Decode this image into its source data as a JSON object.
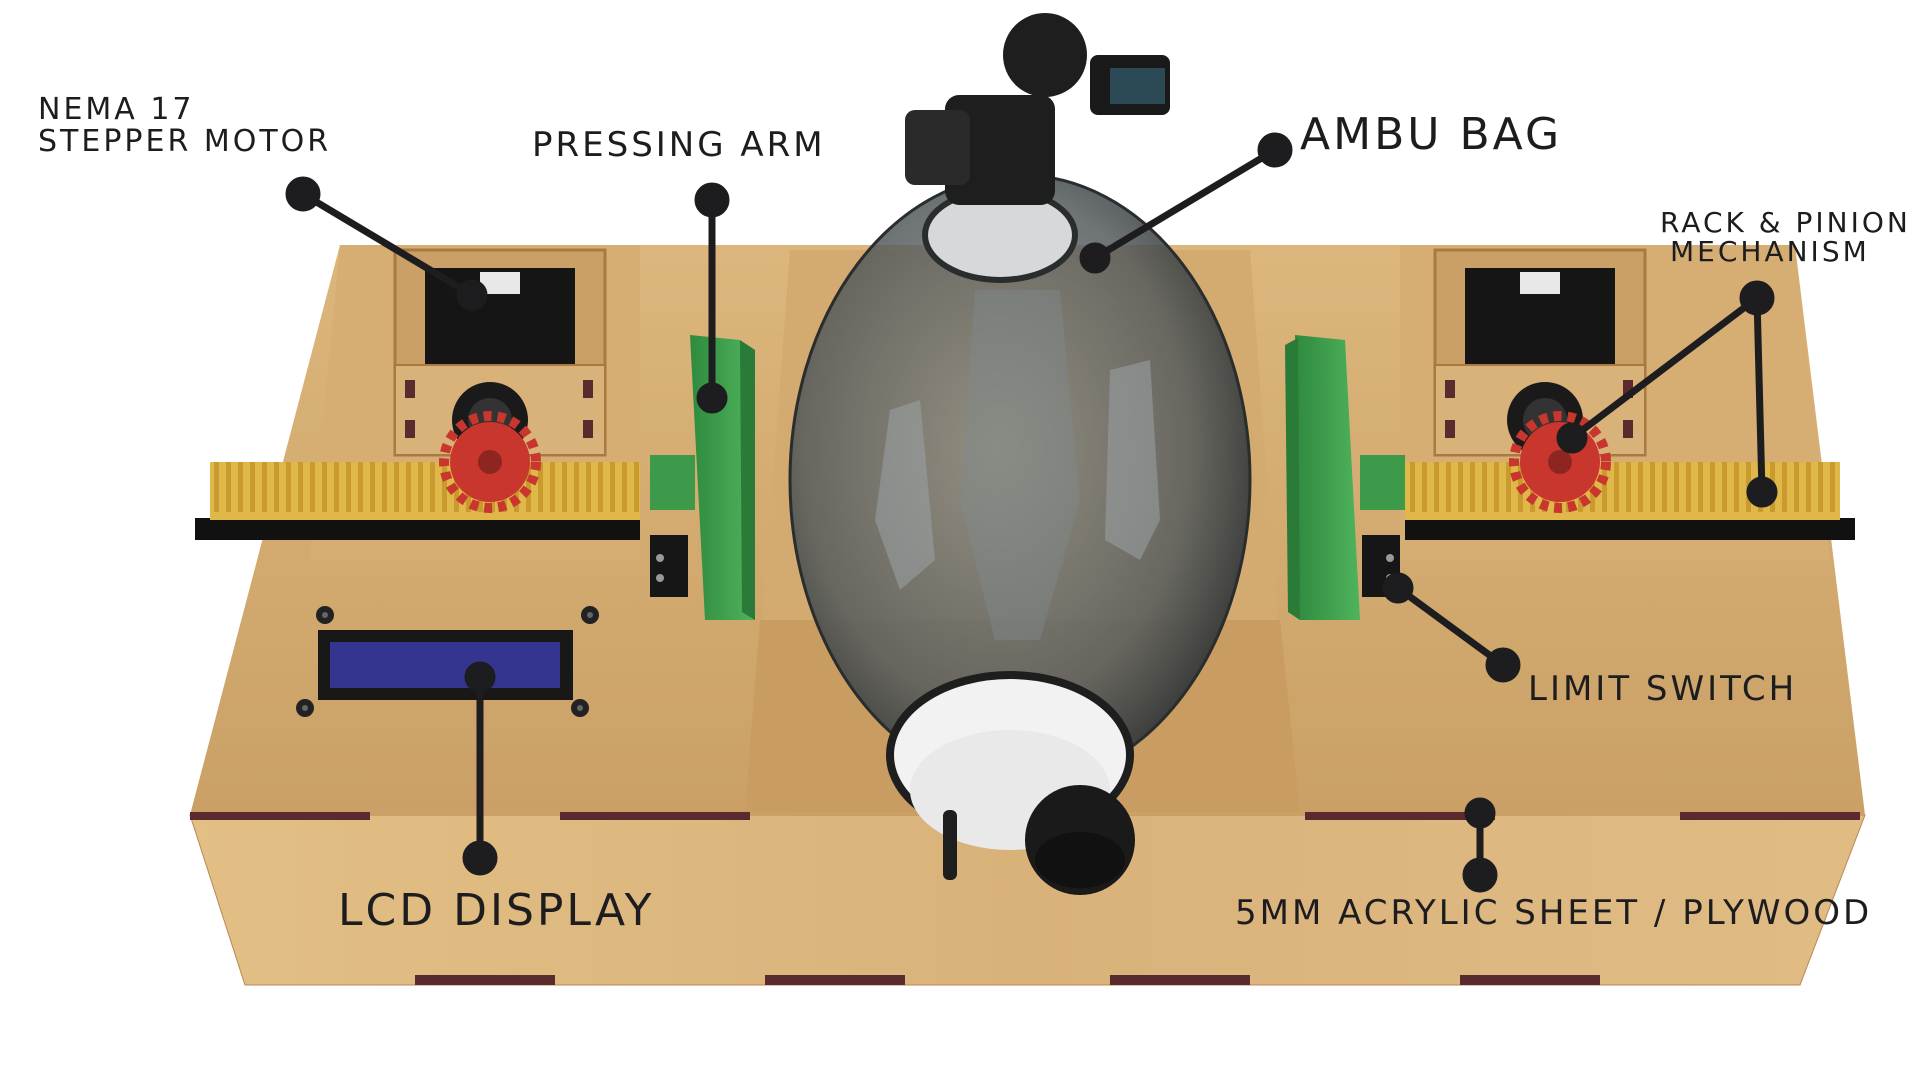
{
  "diagram": {
    "labels": {
      "nema_line1": "NEMA 17",
      "nema_line2": "STEPPER MOTOR",
      "pressing_arm": "PRESSING ARM",
      "ambu_bag": "AMBU BAG",
      "rack_line1": "RACK & PINION",
      "rack_line2": "MECHANISM",
      "limit_switch": "LIMIT SWITCH",
      "lcd_display": "LCD DISPLAY",
      "material": "5MM ACRYLIC SHEET / PLYWOOD"
    },
    "colors": {
      "wood": "#d9b27a",
      "wood_dark": "#b8894f",
      "slot": "#5a2a2e",
      "rack": "#e0b84a",
      "gear": "#c8362d",
      "arm": "#3c9a4a",
      "motor": "#1a1a1a",
      "bag": "#4a4e50",
      "lcd": "#33358f",
      "leader": "#1d1d1f"
    },
    "icons": [
      "stepper-motor-icon",
      "pinion-gear-icon",
      "rack-icon",
      "pressing-arm-icon",
      "ambu-bag-icon",
      "limit-switch-icon",
      "lcd-icon",
      "valve-icon"
    ]
  }
}
